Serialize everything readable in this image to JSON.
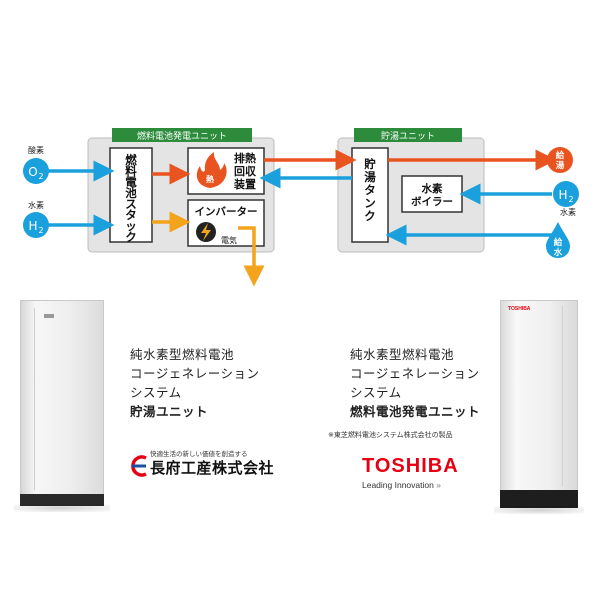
{
  "diagram": {
    "fuel_cell_unit_label": "燃料電池発電ユニット",
    "storage_unit_label": "貯湯ユニット",
    "oxygen_label": "酸素",
    "oxygen_symbol": "O",
    "oxygen_sub": "2",
    "hydrogen_label": "水素",
    "hydrogen_symbol": "H",
    "hydrogen_sub": "2",
    "stack_label": [
      "燃",
      "料",
      "電",
      "池",
      "ス",
      "タ",
      "ッ",
      "ク"
    ],
    "heat_label": "熱",
    "heat_recovery_label": [
      "排熱",
      "回収",
      "装置"
    ],
    "inverter_label": "インバーター",
    "electricity_label": "電気",
    "tank_label": [
      "貯",
      "湯",
      "タ",
      "ン",
      "ク"
    ],
    "boiler_label": [
      "水素",
      "ボイラー"
    ],
    "hot_water_supply_label": [
      "給",
      "湯"
    ],
    "h2_right_label": "水素",
    "h2_right_symbol": "H",
    "h2_right_sub": "2",
    "water_supply_label": [
      "給",
      "水"
    ]
  },
  "products": {
    "left": {
      "lines": [
        "純水素型燃料電池",
        "コージェネレーション",
        "システム"
      ],
      "bold_line": "貯湯ユニット",
      "company_tagline": "快適生活の新しい価値を創造する",
      "company_name": "長府工産株式会社"
    },
    "right": {
      "lines": [
        "純水素型燃料電池",
        "コージェネレーション",
        "システム"
      ],
      "bold_line": "燃料電池発電ユニット",
      "note": "※東芝燃料電池システム株式会社の製品",
      "brand_name": "TOSHIBA",
      "brand_tagline": "Leading Innovation",
      "brand_tagline_arrows": "»",
      "unit_logo": "TOSHIBA"
    }
  },
  "colors": {
    "blue": "#1aa0dc",
    "orange_red": "#e9531f",
    "amber": "#f3a31c",
    "panel_gray": "#e4e4e4",
    "label_green": "#2c8c3c",
    "toshiba_red": "#e60012"
  }
}
